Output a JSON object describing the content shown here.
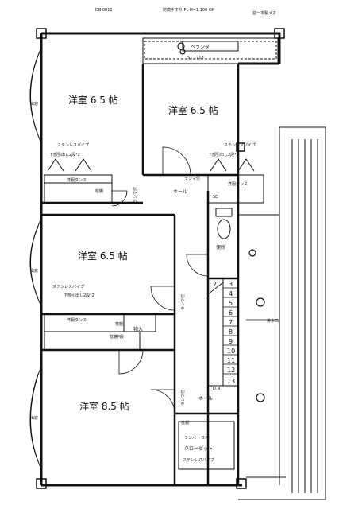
{
  "header": {
    "left_label": "DB 0811",
    "center_label": "防腐手すり FL-H=1,100 OP",
    "right_label": "窓一本製メオ"
  },
  "rooms": [
    {
      "label": "洋室 6.5 帖"
    },
    {
      "label": "洋室 6.5 帖"
    },
    {
      "label": "洋室 6.5 帖"
    },
    {
      "label": "洋室 8.5 帖"
    }
  ],
  "balcony": {
    "label": "ベランダ",
    "dim": "S1  1718"
  },
  "labels": {
    "pipe_1": "ステンレスパイプ",
    "pipe_1_sub": "下部引出し2段*2",
    "pipe_2": "ステンレスパイプ",
    "pipe_2_sub": "下部引出し2段*2",
    "pipe_3": "ステンレスパイプ",
    "pipe_3_sub": "下部引出し2段*2",
    "pipe_4": "ステンレスパイプ",
    "closet_a": "洋服ダンス",
    "closet_b": "洋服ダンス",
    "closet_c": "洋服ダンス",
    "closet_d": "クローゼット",
    "shelf_a": "枕棚",
    "shelf_b": "枕棚",
    "shelf_c": "枕棚",
    "shelf_d": "枕棚",
    "middle_shelf": "中段",
    "storage": "物入",
    "hall_1": "ホール",
    "hall_2": "ホール",
    "toilet": "便所",
    "sd": "SD",
    "lamp_op": "ランバー O.P.",
    "drain": "排水口",
    "dn": "D.N",
    "window": "出窓",
    "lantern": "ランマ付"
  },
  "stairs": [
    "2",
    "3",
    "4",
    "5",
    "6",
    "7",
    "8",
    "9",
    "10",
    "11",
    "12",
    "13"
  ]
}
